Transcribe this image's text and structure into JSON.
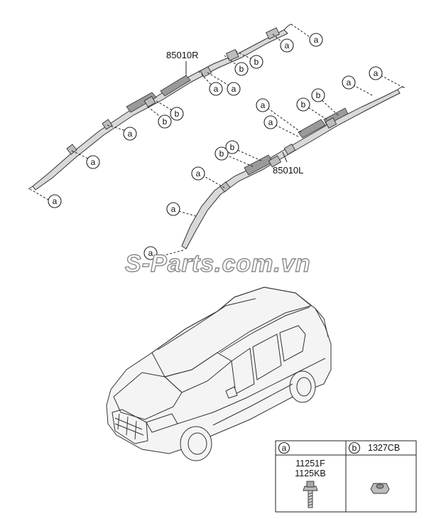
{
  "diagram": {
    "part_numbers": {
      "right": "85010R",
      "left": "85010L"
    },
    "callout_letters": {
      "a": "a",
      "b": "b"
    },
    "watermark": "S-Parts.com.vn"
  },
  "legend": {
    "cell_a": {
      "letter": "a",
      "part_lines": [
        "11251F",
        "1125KB"
      ],
      "icon": "flange-bolt-icon"
    },
    "cell_b": {
      "letter": "b",
      "part_number": "1327CB",
      "icon": "clip-nut-icon"
    }
  }
}
